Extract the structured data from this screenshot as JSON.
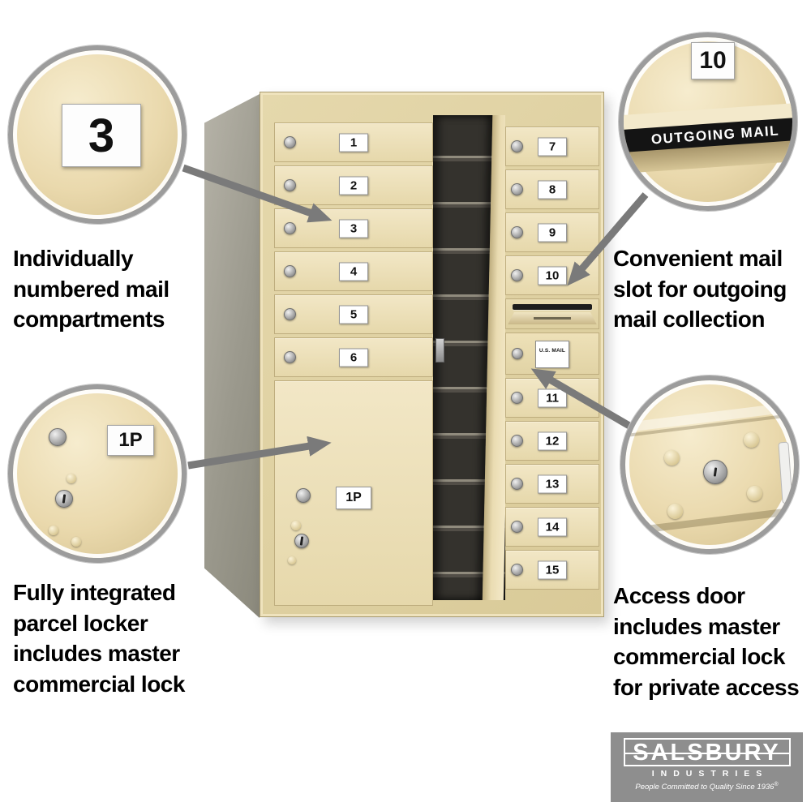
{
  "captions": {
    "numbered": {
      "line1": "Individually",
      "line2": "numbered mail",
      "line3": "compartments"
    },
    "outgoing": {
      "line1": "Convenient mail",
      "line2": "slot for outgoing",
      "line3": "mail collection"
    },
    "parcel": {
      "line1": "Fully integrated",
      "line2": "parcel locker",
      "line3": "includes master",
      "line4": "commercial lock"
    },
    "access": {
      "line1": "Access door",
      "line2": "includes master",
      "line3": "commercial lock",
      "line4": "for private access"
    }
  },
  "callout_details": {
    "compartment_number": "3",
    "outgoing_number": "10",
    "outgoing_strip": "OUTGOING MAIL",
    "parcel_label": "1P"
  },
  "mailbox": {
    "left_compartments": [
      "1",
      "2",
      "3",
      "4",
      "5",
      "6"
    ],
    "right_compartments_upper": [
      "7",
      "8",
      "9",
      "10"
    ],
    "right_compartments_lower": [
      "11",
      "12",
      "13",
      "14",
      "15"
    ],
    "parcel_label": "1P",
    "us_mail_decal": "U.S. MAIL"
  },
  "logo": {
    "brand": "SALSBURY",
    "division": "INDUSTRIES",
    "tagline": "People Committed to Quality Since 1936",
    "registered_mark": "®"
  },
  "colors": {
    "sandstone": "#e8dbb0",
    "sandstone_dark": "#d9ca98",
    "circle_ring": "#9c9c9c",
    "arrow": "#7a7a7a",
    "logo_background": "#8e8e8e",
    "strip_background": "#141414",
    "strip_text": "#ffffff",
    "caption_text": "#000000"
  }
}
